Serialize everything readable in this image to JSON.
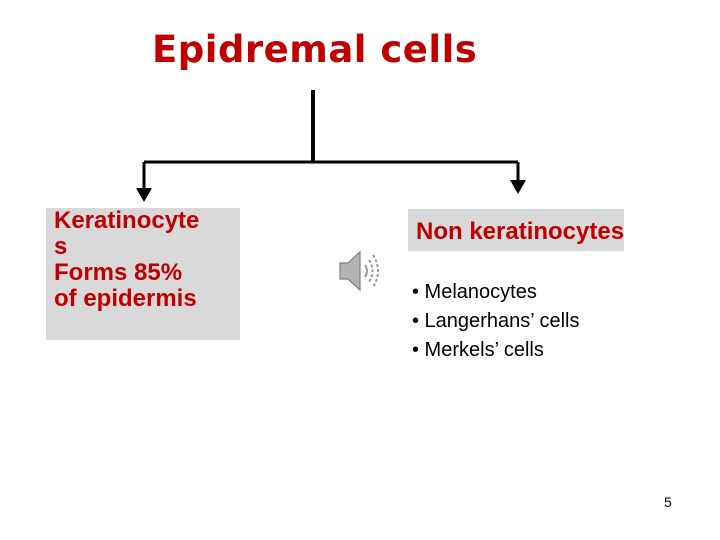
{
  "title": "Epidremal cells",
  "left_box": {
    "lines": [
      "Keratinocyte",
      "s",
      "Forms 85%",
      "of epidermis"
    ]
  },
  "right_box": {
    "heading": "Non keratinocytes",
    "bullets": [
      "• Melanocytes",
      "• Langerhans’ cells",
      "• Merkels’  cells"
    ]
  },
  "page_number": "5",
  "icons": {
    "speaker": "speaker-icon"
  },
  "colors": {
    "title": "#c00000",
    "box_text": "#c00000",
    "box_background": "#d9d9d9",
    "connector": "#000000"
  }
}
